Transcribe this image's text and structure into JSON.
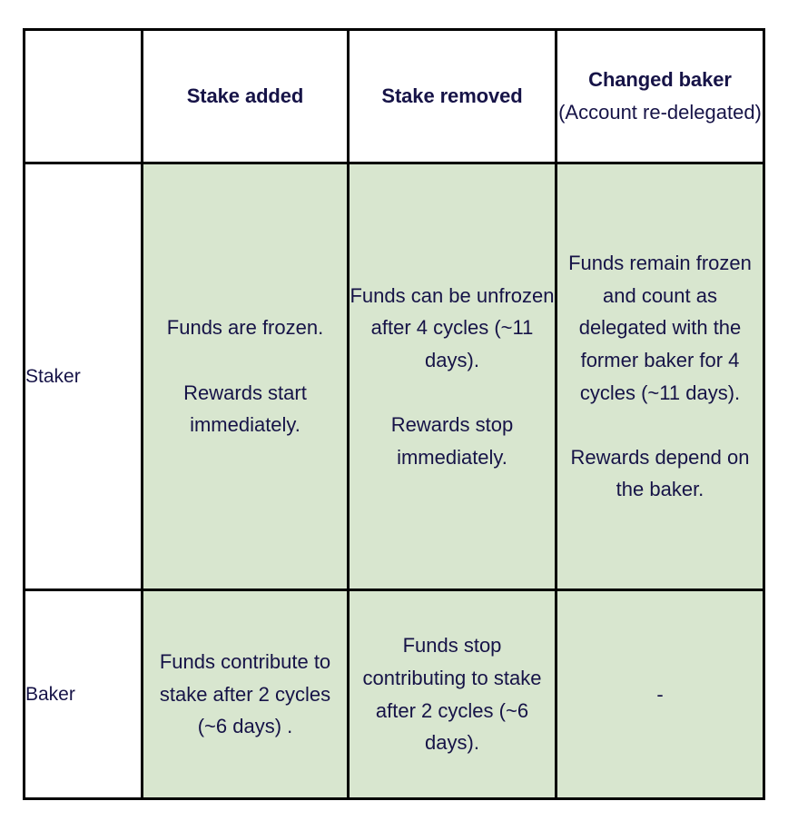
{
  "table": {
    "columns": [
      {
        "key": "label",
        "header_main": "",
        "header_sub": ""
      },
      {
        "key": "added",
        "header_main": "Stake added",
        "header_sub": ""
      },
      {
        "key": "removed",
        "header_main": "Stake removed",
        "header_sub": ""
      },
      {
        "key": "changed",
        "header_main": "Changed baker",
        "header_sub": "(Account re-delegated)"
      }
    ],
    "rows": [
      {
        "label": "Staker",
        "added": [
          "Funds are frozen.",
          "Rewards start immediately."
        ],
        "removed": [
          "Funds can be unfrozen after 4 cycles (~11 days).",
          "Rewards stop immediately."
        ],
        "changed": [
          "Funds remain frozen and count as delegated with the former baker for 4 cycles (~11 days).",
          "Rewards depend on the baker."
        ]
      },
      {
        "label": "Baker",
        "added": [
          "Funds contribute to stake after 2 cycles (~6 days) ."
        ],
        "removed": [
          "Funds stop contributing to stake after 2 cycles (~6 days)."
        ],
        "changed": [
          "-"
        ]
      }
    ]
  },
  "colors": {
    "text": "#161347",
    "cell_fill": "#d8e6cf",
    "border": "#000000",
    "background": "#ffffff"
  }
}
